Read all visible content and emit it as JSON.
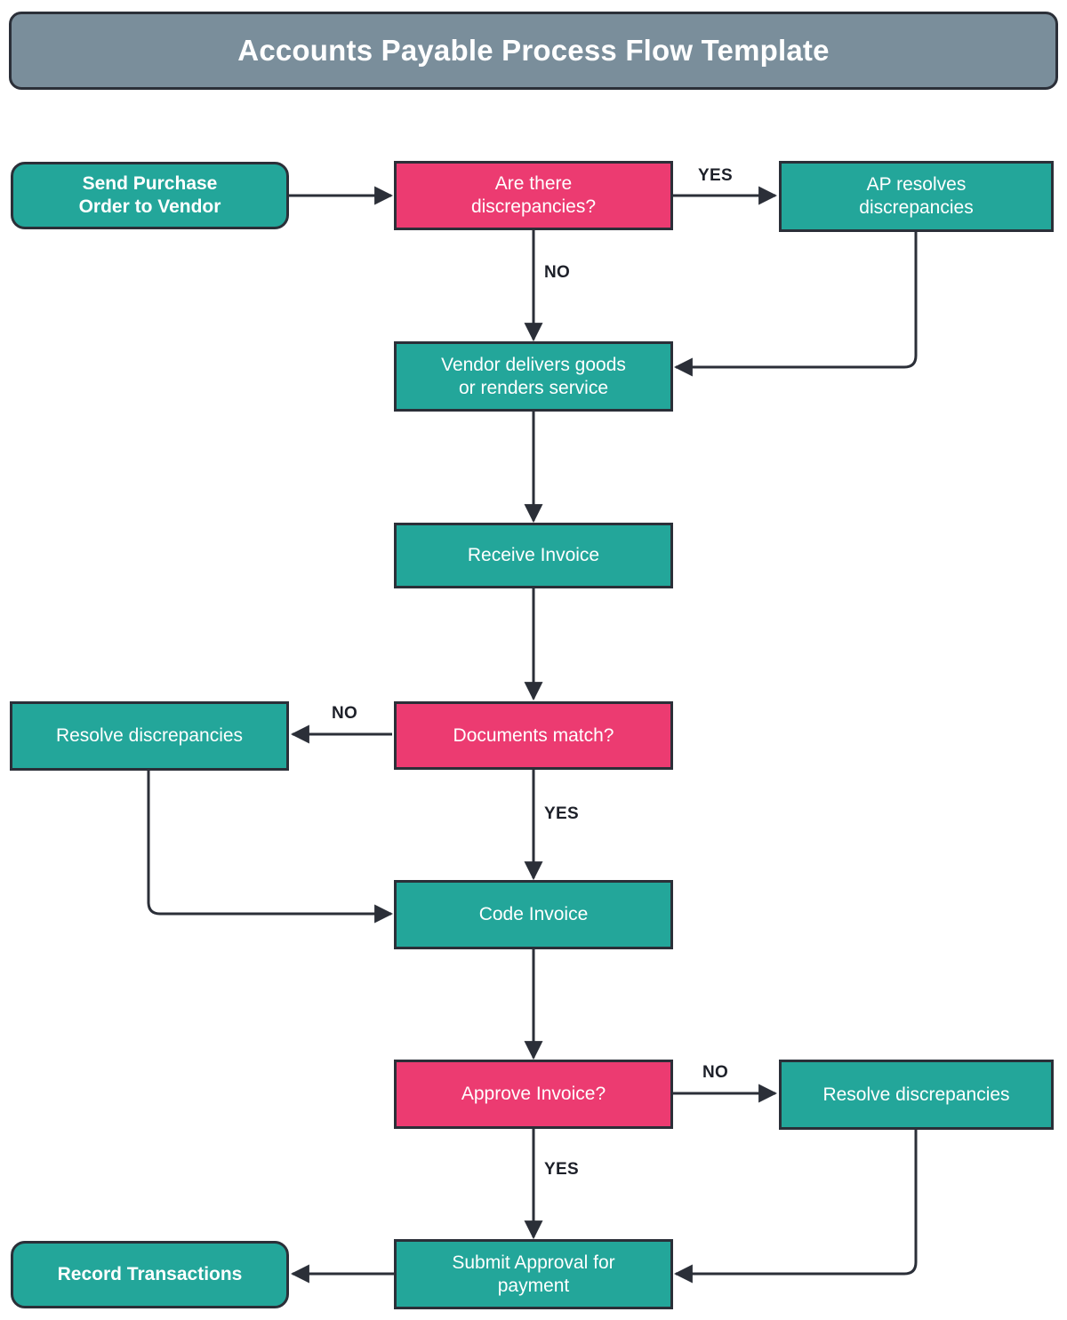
{
  "header": {
    "title": "Accounts Payable Process Flow Template",
    "bg_color": "#7a8e9b",
    "text_color": "#ffffff"
  },
  "theme": {
    "process_color": "#23a69a",
    "decision_color": "#ec3b71",
    "terminator_color": "#23a69a",
    "stroke_color": "#2b2f38",
    "edge_label_color": "#1d2029",
    "background": "#ffffff"
  },
  "chart_data": {
    "type": "diagram",
    "title": "Accounts Payable Process Flow Template",
    "nodes": [
      {
        "id": "send-po",
        "label": "Send Purchase\nOrder to Vendor",
        "shape": "terminator",
        "color": "#23a69a"
      },
      {
        "id": "are-discrepancies",
        "label": "Are there\ndiscrepancies?",
        "shape": "decision",
        "color": "#ec3b71"
      },
      {
        "id": "ap-resolves",
        "label": "AP resolves\ndiscrepancies",
        "shape": "process",
        "color": "#23a69a"
      },
      {
        "id": "vendor-delivers",
        "label": "Vendor delivers goods\nor renders service",
        "shape": "process",
        "color": "#23a69a"
      },
      {
        "id": "receive-invoice",
        "label": "Receive Invoice",
        "shape": "process",
        "color": "#23a69a"
      },
      {
        "id": "documents-match",
        "label": "Documents match?",
        "shape": "decision",
        "color": "#ec3b71"
      },
      {
        "id": "resolve-left",
        "label": "Resolve discrepancies",
        "shape": "process",
        "color": "#23a69a"
      },
      {
        "id": "code-invoice",
        "label": "Code Invoice",
        "shape": "process",
        "color": "#23a69a"
      },
      {
        "id": "approve-invoice",
        "label": "Approve Invoice?",
        "shape": "decision",
        "color": "#ec3b71"
      },
      {
        "id": "resolve-right",
        "label": "Resolve discrepancies",
        "shape": "process",
        "color": "#23a69a"
      },
      {
        "id": "submit-approval",
        "label": "Submit Approval for\npayment",
        "shape": "process",
        "color": "#23a69a"
      },
      {
        "id": "record-trans",
        "label": "Record Transactions",
        "shape": "terminator",
        "color": "#23a69a"
      }
    ],
    "edges": [
      {
        "from": "send-po",
        "to": "are-discrepancies",
        "label": ""
      },
      {
        "from": "are-discrepancies",
        "to": "ap-resolves",
        "label": "YES"
      },
      {
        "from": "are-discrepancies",
        "to": "vendor-delivers",
        "label": "NO"
      },
      {
        "from": "ap-resolves",
        "to": "vendor-delivers",
        "label": ""
      },
      {
        "from": "vendor-delivers",
        "to": "receive-invoice",
        "label": ""
      },
      {
        "from": "receive-invoice",
        "to": "documents-match",
        "label": ""
      },
      {
        "from": "documents-match",
        "to": "resolve-left",
        "label": "NO"
      },
      {
        "from": "documents-match",
        "to": "code-invoice",
        "label": "YES"
      },
      {
        "from": "resolve-left",
        "to": "code-invoice",
        "label": ""
      },
      {
        "from": "code-invoice",
        "to": "approve-invoice",
        "label": ""
      },
      {
        "from": "approve-invoice",
        "to": "resolve-right",
        "label": "NO"
      },
      {
        "from": "approve-invoice",
        "to": "submit-approval",
        "label": "YES"
      },
      {
        "from": "resolve-right",
        "to": "submit-approval",
        "label": ""
      },
      {
        "from": "submit-approval",
        "to": "record-trans",
        "label": ""
      }
    ]
  },
  "nodes": {
    "send_po": "Send Purchase\nOrder to Vendor",
    "are_discrepancies": "Are there\ndiscrepancies?",
    "ap_resolves": "AP resolves\ndiscrepancies",
    "vendor_delivers": "Vendor delivers goods\nor renders service",
    "receive_invoice": "Receive Invoice",
    "documents_match": "Documents match?",
    "resolve_left": "Resolve discrepancies",
    "code_invoice": "Code Invoice",
    "approve_invoice": "Approve Invoice?",
    "resolve_right": "Resolve discrepancies",
    "submit_approval": "Submit Approval for\npayment",
    "record_trans": "Record Transactions"
  },
  "edge_labels": {
    "yes_discrepancies": "YES",
    "no_discrepancies": "NO",
    "no_documents_match": "NO",
    "yes_documents_match": "YES",
    "no_approve": "NO",
    "yes_approve": "YES"
  }
}
